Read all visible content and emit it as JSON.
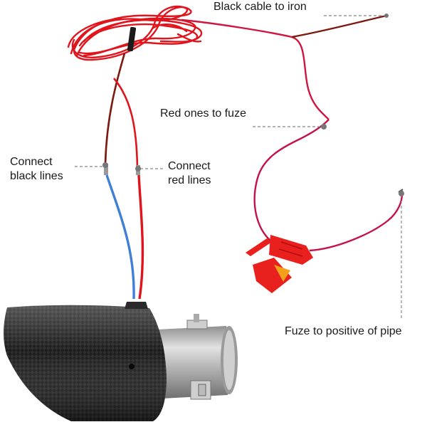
{
  "labels": {
    "black_cable_to_iron": "Black cable to iron",
    "red_ones_to_fuze": "Red ones to fuze",
    "connect_black_lines_1": "Connect",
    "connect_black_lines_2": "black lines",
    "connect_red_lines_1": "Connect",
    "connect_red_lines_2": "red lines",
    "fuze_to_positive": "Fuze to positive of pipe"
  },
  "colors": {
    "red_wire": "#e0141c",
    "pink_wire": "#c4124a",
    "blue_wire": "#3f7fd6",
    "dark_wire": "#7a1a10",
    "fuse_red": "#e8201e",
    "carbon": "#1e1e1e",
    "chrome": "#b9b9b9",
    "leader": "#888888"
  },
  "icons": [
    "exhaust-tip",
    "fuse-holder",
    "cable-tie"
  ]
}
